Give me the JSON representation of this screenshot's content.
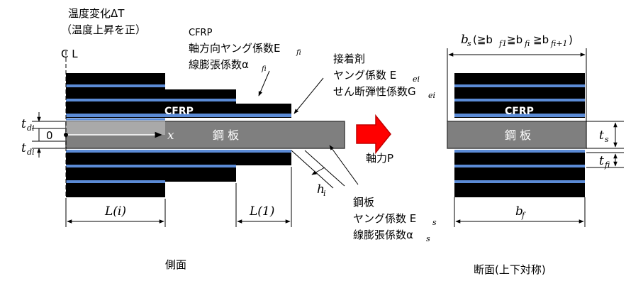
{
  "colors": {
    "black_layer": "#000000",
    "blue_layer": "#5b8bd6",
    "steel": "#7f7f7f",
    "steel_line": "#404040",
    "arrow_fill": "#ff0000",
    "arrow_edge": "#c00000"
  },
  "side": {
    "temp_title": "温度変化ΔT",
    "temp_note": "（温度上昇を正）",
    "cfrp_name": "CFRP",
    "cfrp_young": "軸方向ヤング係数E",
    "cfrp_young_sub": "fi",
    "cfrp_expand": "線膨張係数α",
    "cfrp_expand_sub": "fi",
    "adhesive": "接着剤",
    "adh_young": "ヤング係数 E",
    "adh_young_sub": "ei",
    "adh_shear": "せん断弾性係数G",
    "adh_shear_sub": "ei",
    "cl_label": "C L",
    "cfrp_label": "CFRP",
    "steel_label": "鋼 板",
    "x_label": "x",
    "zero_label": "0",
    "t_label": "t",
    "tdi_sub": "di",
    "h_label": "h",
    "h_sub": "i",
    "len_i": "L(i)",
    "len_1": "L(1)",
    "steel_name": "鋼板",
    "steel_young": "ヤング係数 E",
    "steel_young_sub": "s",
    "steel_expand": "線膨張係数α",
    "steel_expand_sub": "s",
    "caption": "側面"
  },
  "load": {
    "label": "軸力P"
  },
  "section": {
    "bs_label": "b",
    "bs_sub": "s",
    "bs_relation": "(≧b",
    "bs_rel_sub1": "f1",
    "bs_rel_mid": "≧b",
    "bs_rel_sub2": "fi",
    "bs_rel_mid2": "≧b",
    "bs_rel_sub3": "fi+1",
    "bs_rel_end": ")",
    "cfrp_label": "CFRP",
    "steel_label": "鋼 板",
    "ts_label": "t",
    "ts_sub": "s",
    "tfi_label": "t",
    "tfi_sub": "fi",
    "bf_label": "b",
    "bf_sub": "f",
    "caption": "断面(上下対称)"
  }
}
